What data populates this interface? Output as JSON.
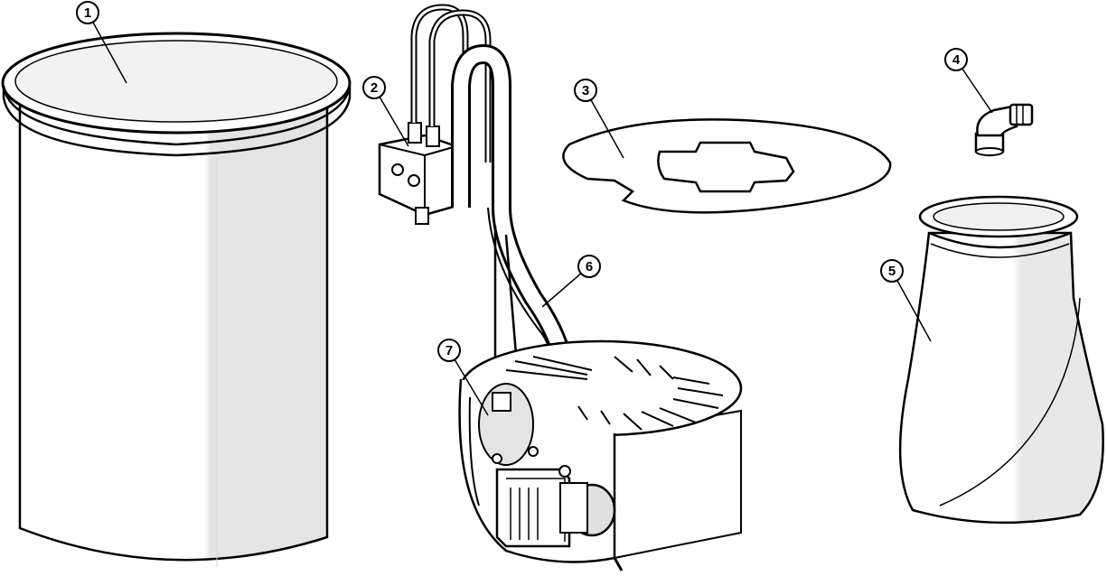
{
  "callouts": [
    {
      "id": "1",
      "label": "1",
      "part_icon": "tank-icon"
    },
    {
      "id": "2",
      "label": "2",
      "part_icon": "junction-box-icon"
    },
    {
      "id": "3",
      "label": "3",
      "part_icon": "gasket-icon"
    },
    {
      "id": "4",
      "label": "4",
      "part_icon": "elbow-fitting-icon"
    },
    {
      "id": "5",
      "label": "5",
      "part_icon": "filter-bag-icon"
    },
    {
      "id": "6",
      "label": "6",
      "part_icon": "discharge-pipe-icon"
    },
    {
      "id": "7",
      "label": "7",
      "part_icon": "pump-icon"
    }
  ],
  "colors": {
    "line": "#000000",
    "fill": "#ffffff",
    "shade": "#e6e6e6",
    "dark_shade": "#cfcfcf"
  }
}
